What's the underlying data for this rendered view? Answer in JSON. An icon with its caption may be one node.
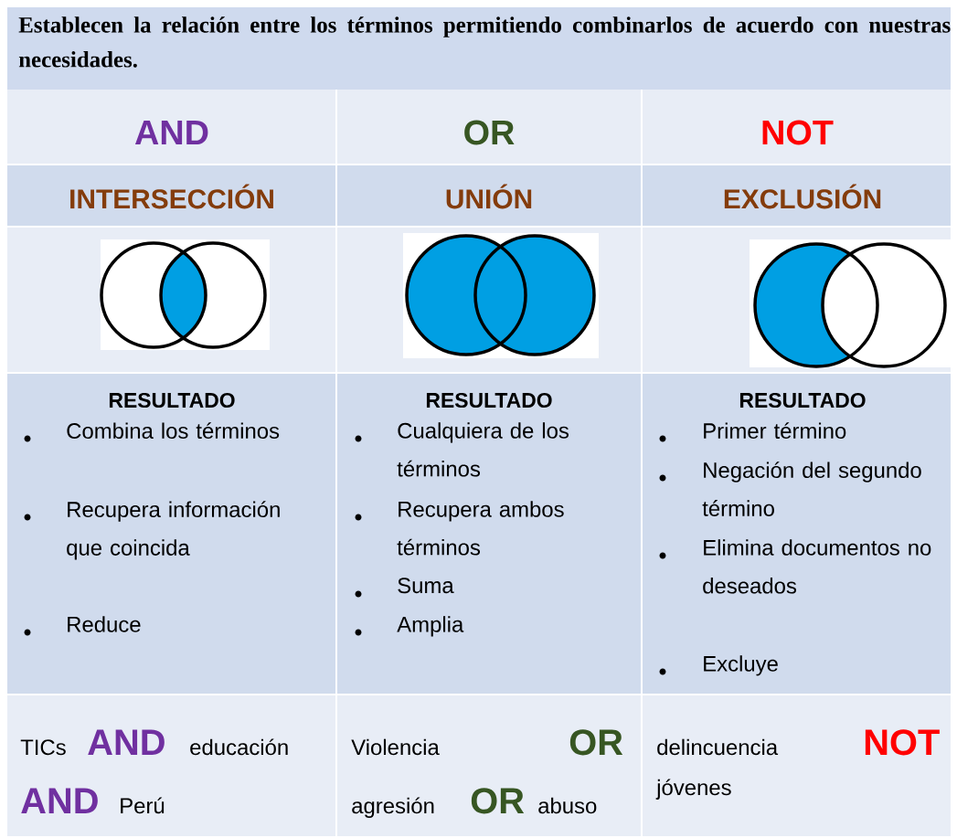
{
  "diagram": {
    "title": "Establecen la relación entre los términos permitiendo combinarlos de acuerdo con nuestras necesidades.",
    "labels": [
      "AND",
      "OR",
      "NOT",
      "INTERSECCIÓN",
      "UNIÓN",
      "EXCLUSIÓN",
      "RESULTADO",
      "RESULTADO",
      "RESULTADO",
      "Combina los términos",
      "Recupera información que coincida",
      "Reduce",
      "Cualquiera de los términos",
      "Recupera ambos términos",
      "Suma",
      "Amplia",
      "Primer término",
      "Negación del segundo término",
      "Elimina documentos no deseados",
      "Excluye",
      "TICs",
      "AND",
      "educación",
      "AND",
      "Perú",
      "Violencia",
      "OR",
      "agresión",
      "OR",
      "abuso",
      "delincuencia",
      "NOT",
      "jóvenes"
    ]
  }
}
